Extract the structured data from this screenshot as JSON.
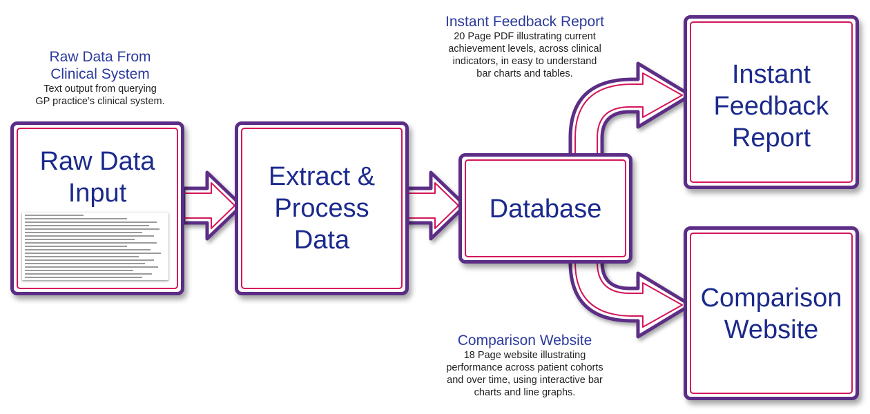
{
  "boxes": {
    "raw_data": {
      "line1": "Raw Data",
      "line2": "Input"
    },
    "extract": {
      "line1": "Extract &",
      "line2": "Process",
      "line3": "Data"
    },
    "database": {
      "label": "Database"
    },
    "instant": {
      "line1": "Instant",
      "line2": "Feedback",
      "line3": "Report"
    },
    "comparison": {
      "line1": "Comparison",
      "line2": "Website"
    }
  },
  "captions": {
    "raw": {
      "title1": "Raw Data From",
      "title2": "Clinical System",
      "desc1": "Text output from querying",
      "desc2": "GP practice’s clinical system."
    },
    "instant": {
      "title": "Instant Feedback Report",
      "desc1": "20 Page PDF illustrating current",
      "desc2": "achievement levels, across clinical",
      "desc3": "indicators, in easy to understand",
      "desc4": "bar charts and tables."
    },
    "comparison": {
      "title": "Comparison Website",
      "desc1": "18 Page website illustrating",
      "desc2": "performance across patient cohorts",
      "desc3": "and over time, using interactive bar",
      "desc4": "charts and line graphs."
    }
  },
  "colors": {
    "outer_border": "#5b2d86",
    "inner_border": "#d4145a",
    "box_text": "#1b2a8c",
    "caption_title": "#2b3a9c"
  }
}
